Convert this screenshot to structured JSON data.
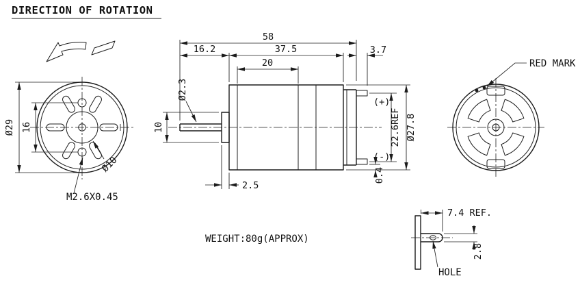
{
  "title": "DIRECTION OF ROTATION",
  "weight_note": "WEIGHT:80g(APPROX)",
  "front_view": {
    "dim_outer_diameter": "Ø29",
    "dim_screw_spacing": "16",
    "dim_boss_diameter": "Ø10",
    "thread_spec": "M2.6X0.45"
  },
  "side_view": {
    "dim_overall_length": "58",
    "dim_shaft_extension": "16.2",
    "dim_body_length": "37.5",
    "dim_terminal_length": "3.7",
    "dim_front_section": "20",
    "dim_shaft_diameter": "Ø2.3",
    "dim_boss_diameter": "10",
    "dim_boss_length": "2.5",
    "terminal_positive": "(+)",
    "terminal_negative": "(-)",
    "dim_terminal_spacing": "22.6REF",
    "dim_body_diameter": "Ø27.8",
    "dim_terminal_offset": "0.4"
  },
  "rear_view": {
    "red_mark_label": "RED MARK"
  },
  "terminal_detail": {
    "dim_tab_length": "7.4 REF.",
    "hole_label": "HOLE",
    "dim_tab_width": "2.8"
  }
}
